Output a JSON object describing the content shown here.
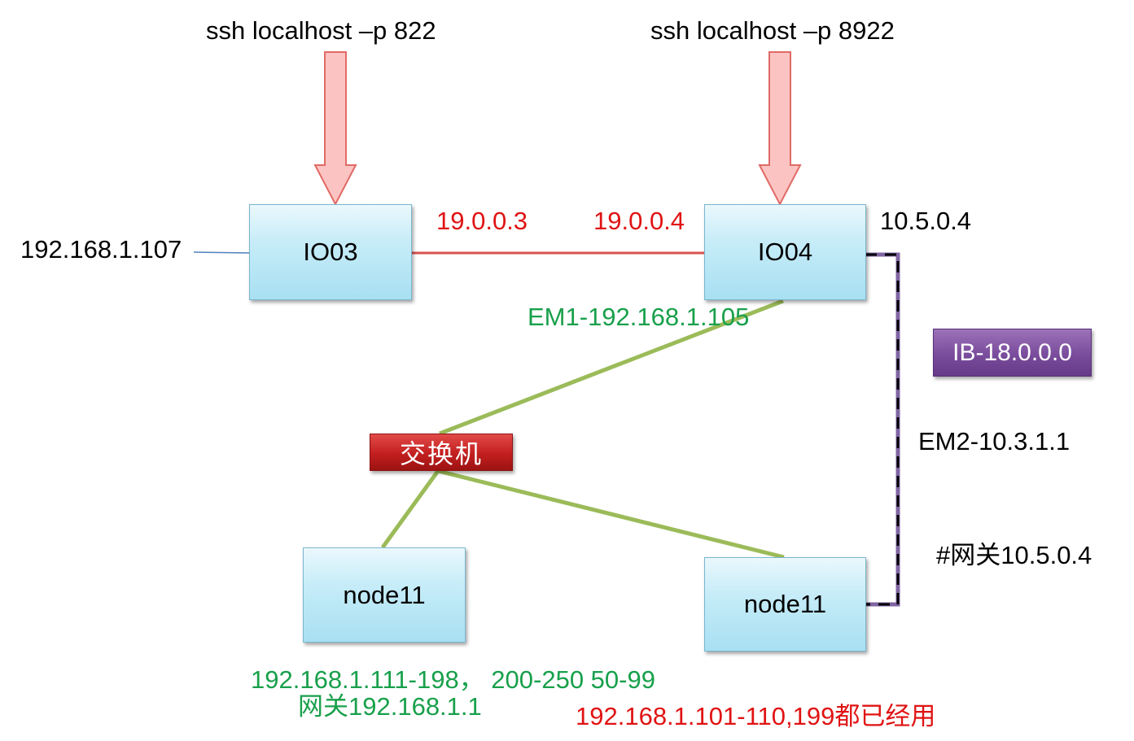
{
  "nodes": {
    "io03": {
      "label": "IO03"
    },
    "io04": {
      "label": "IO04"
    },
    "node_left": {
      "label": "node11"
    },
    "node_right": {
      "label": "node11"
    },
    "switch": {
      "label": "交换机"
    },
    "ib": {
      "label": "IB-18.0.0.0"
    }
  },
  "labels": {
    "ssh_io03": "ssh localhost –p 822",
    "ssh_io04": "ssh localhost –p 8922",
    "io03_ext_ip": "192.168.1.107",
    "io03_link_ip": "19.0.0.3",
    "io04_link_ip": "19.0.0.4",
    "io04_ib_ip": "10.5.0.4",
    "em1": "EM1-192.168.1.105",
    "em2": "EM2-10.3.1.1",
    "gateway_ib": "#网关10.5.0.4",
    "range_line1": "192.168.1.111-198， 200-250 50-99",
    "range_line2": "网关192.168.1.1",
    "used_ips": "192.168.1.101-110,199都已经用"
  },
  "colors": {
    "ssh_arrow_fill": "#fbc4c2",
    "ssh_arrow_stroke": "#e06a66",
    "link_red": "#d9534f",
    "link_green": "#9bbb59",
    "link_blue": "#4f81bd",
    "ib_purple": "#8064a2",
    "ib_black": "#000000"
  }
}
